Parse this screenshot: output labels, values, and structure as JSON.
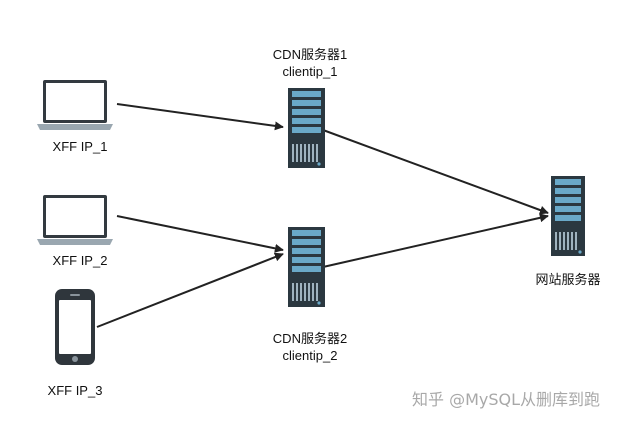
{
  "clients": [
    {
      "id": "laptop1",
      "device": "laptop-icon",
      "label": "XFF IP_1"
    },
    {
      "id": "laptop2",
      "device": "laptop-icon",
      "label": "XFF IP_2"
    },
    {
      "id": "phone",
      "device": "phone-icon",
      "label": "XFF IP_3"
    }
  ],
  "cdn_servers": [
    {
      "id": "cdn1",
      "device": "server-icon",
      "name": "CDN服务器1",
      "sub": "clientip_1"
    },
    {
      "id": "cdn2",
      "device": "server-icon",
      "name": "CDN服务器2",
      "sub": "clientip_2"
    }
  ],
  "website_server": {
    "id": "web",
    "device": "server-icon",
    "name": "网站服务器"
  },
  "connections": [
    {
      "from": "laptop1",
      "to": "cdn1"
    },
    {
      "from": "laptop2",
      "to": "cdn2"
    },
    {
      "from": "phone",
      "to": "cdn2"
    },
    {
      "from": "cdn1",
      "to": "web"
    },
    {
      "from": "cdn2",
      "to": "web"
    }
  ],
  "watermark": "知乎 @MySQL从删库到跑",
  "colors": {
    "server_dark": "#2b3840",
    "server_bar": "#6aa9c8",
    "laptop_frame": "#333a40",
    "laptop_base": "#9aa7b0",
    "arrow": "#222222"
  }
}
